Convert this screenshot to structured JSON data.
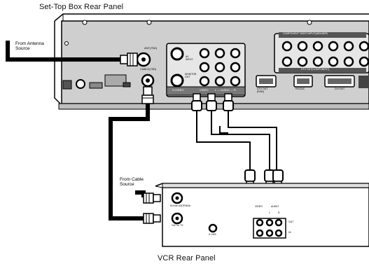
{
  "titles": {
    "top": "Set-Top Box Rear Panel",
    "bottom": "VCR Rear Panel"
  },
  "sources": {
    "antenna_line1": "From Antenna",
    "antenna_line2": "Source",
    "cable_line1": "From Cable",
    "cable_line2": "Source"
  },
  "stb_labels": {
    "ant": "ANT(75Ω)",
    "cable": "CABLE(75Ω)",
    "av_input": "AV INPUT",
    "monitor_out": "MONITOR OUT",
    "svideo": "S-VIDEO",
    "video": "VIDEO",
    "audio": "L — AUDIO — R",
    "dtv_out": "DTV OUT (RGB)",
    "rs232c": "RS232C",
    "dvi_out": "DVI OUT",
    "component_input": "COMPONENT VIDEO INPUT(480i/480P)",
    "dtv_out_component": "DTV OUT(COMPONENT)"
  },
  "vcr_labels": {
    "in_from_antenna": "IN from ANTENNA",
    "out_to_tv": "OUT to TV",
    "svhs": "S-VHS",
    "video": "VIDEO",
    "audio": "AUDIO",
    "l": "L",
    "r": "R",
    "out": "OUT",
    "in": "IN"
  }
}
